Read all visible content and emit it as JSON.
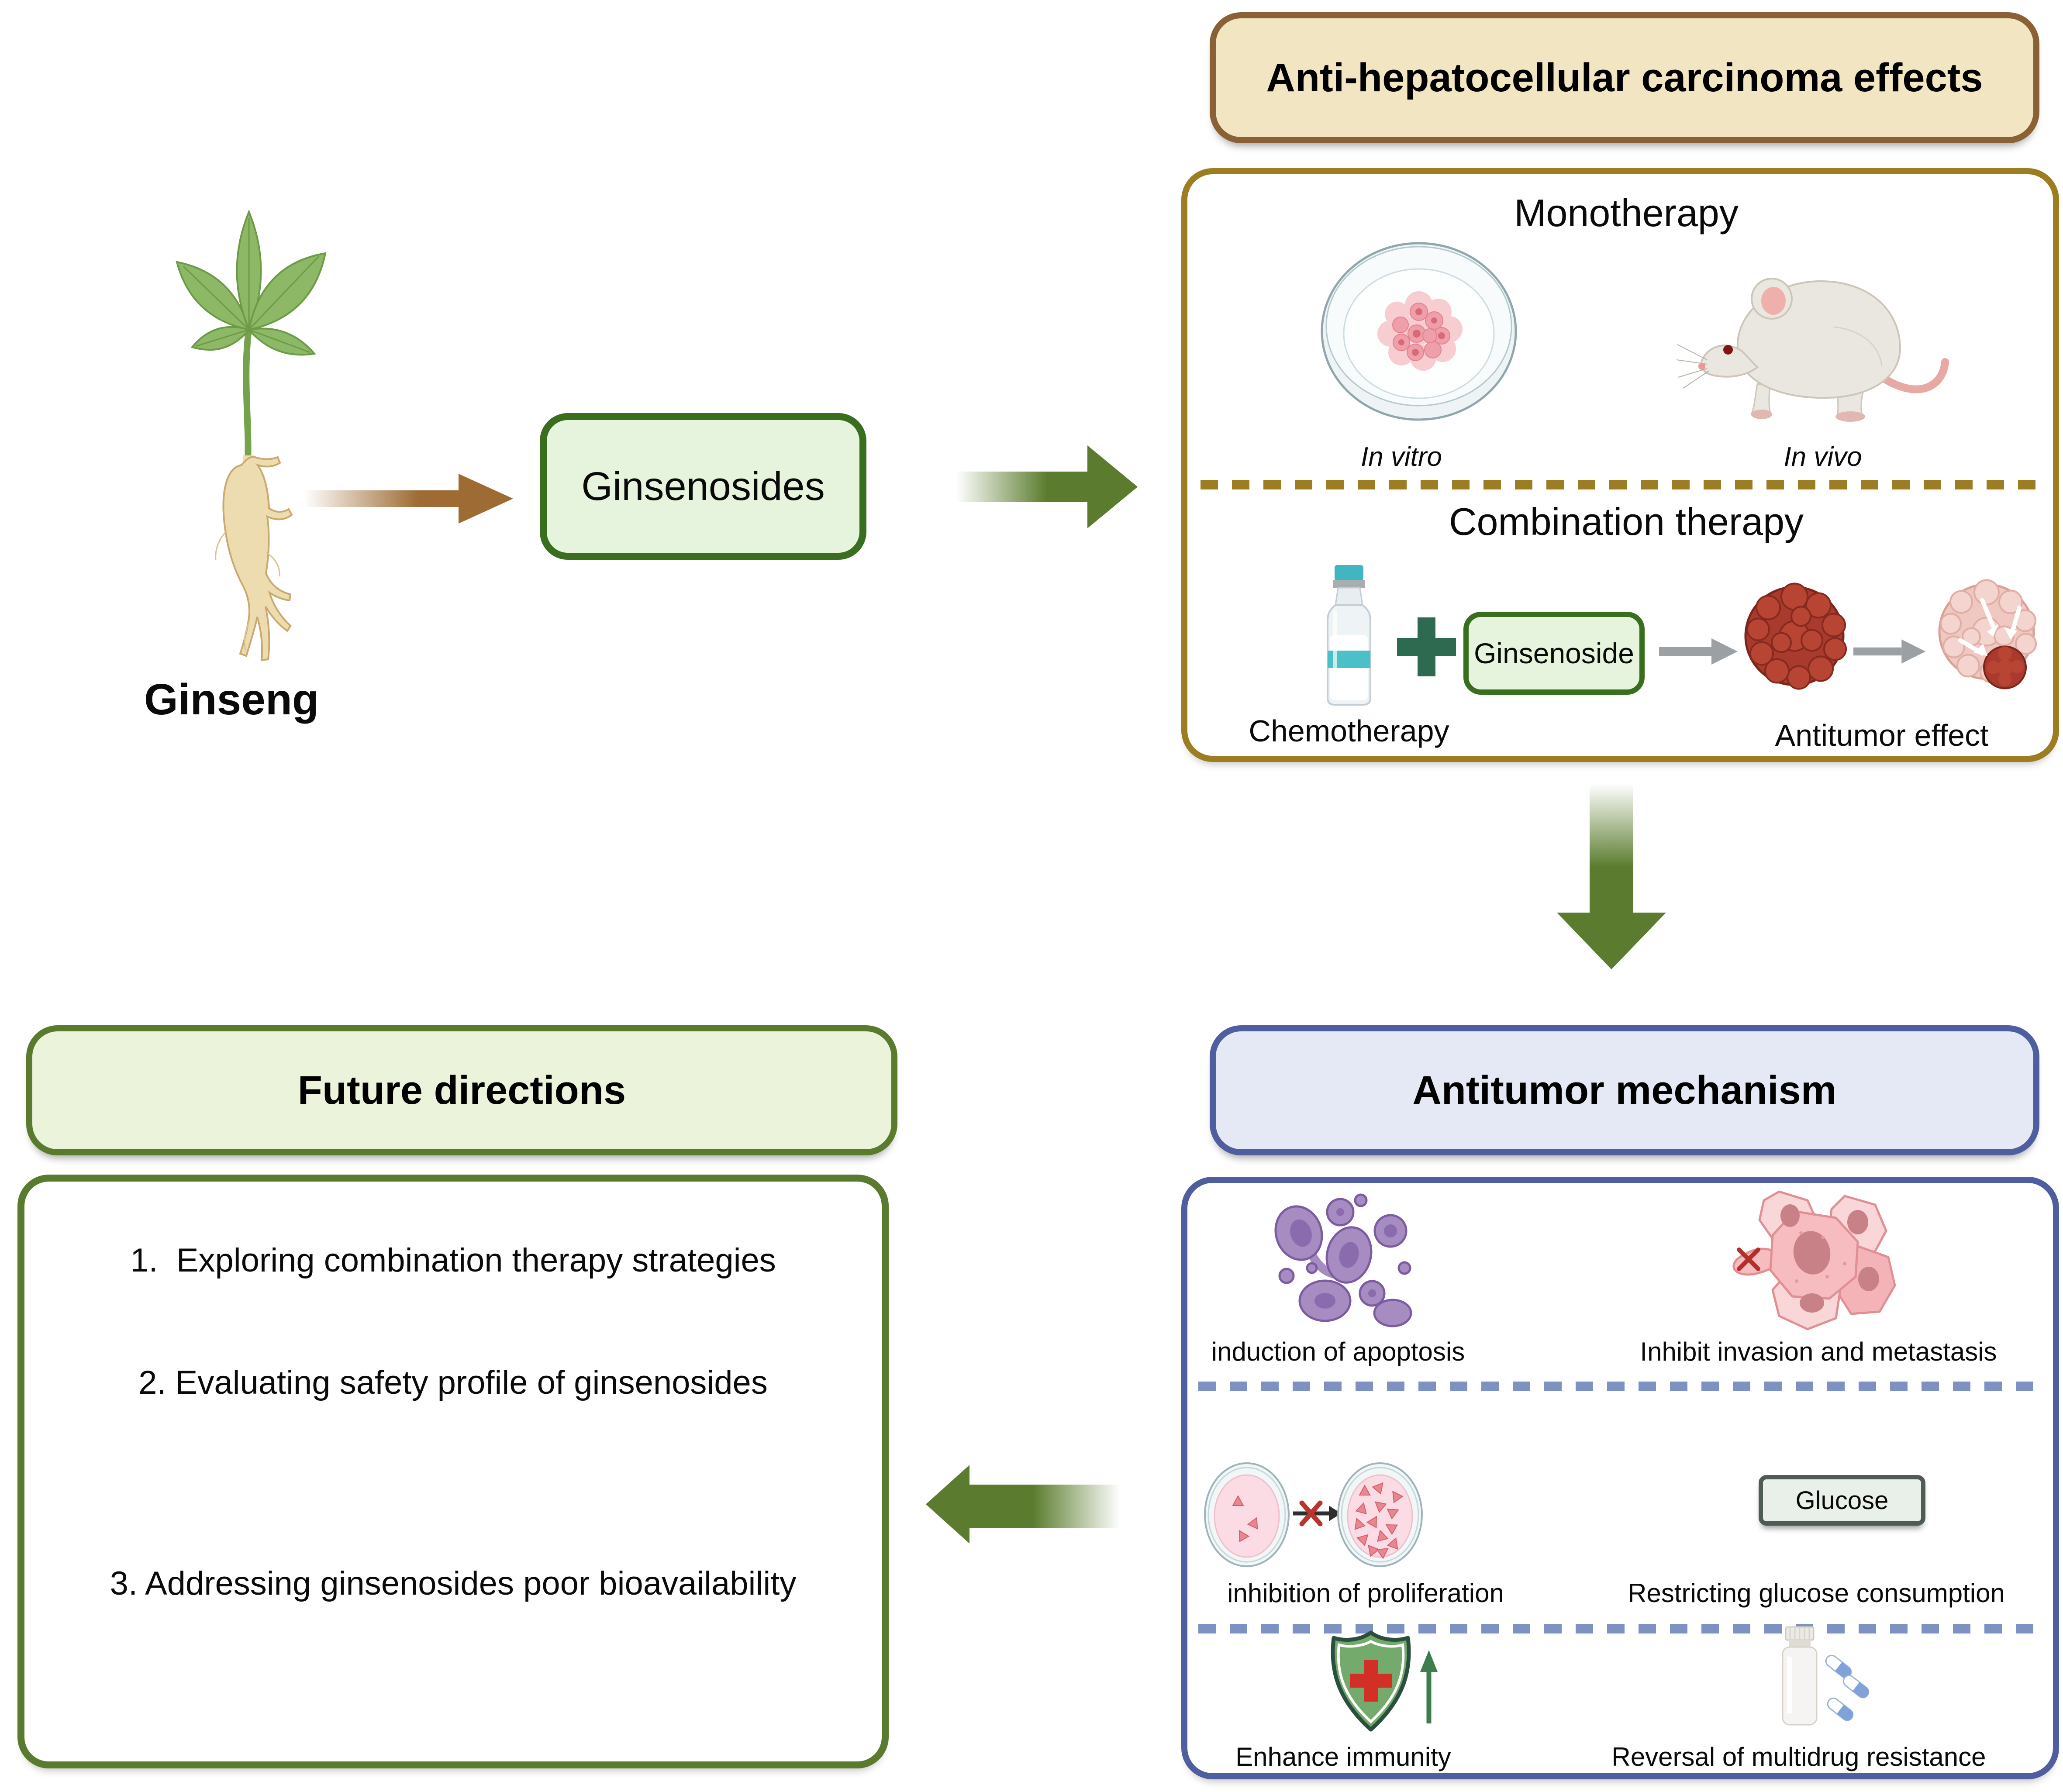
{
  "colors": {
    "carcinoma_header_bg": "#f2e5c1",
    "carcinoma_border": "#8a6134",
    "carcinoma_panel_border": "#9c7d22",
    "mechanism_header_bg": "#e5e9f6",
    "mechanism_border": "#4e5e9e",
    "future_header_bg": "#ebf3da",
    "future_border": "#5a7a2e",
    "green_box_bg": "#e7f4dd",
    "green_box_border": "#3a6e1f",
    "arrow_green": "#5b7c2e",
    "arrow_brown": "#9d6b33",
    "arrow_gray": "#9aa0a4",
    "glucose_box_bg": "#e9efe9",
    "glucose_box_border": "#4f5c56",
    "dashed_gold": "#9c7d22",
    "dashed_blue": "#7d92c2"
  },
  "ginseng": {
    "label": "Ginseng"
  },
  "ginsenosides": {
    "label": "Ginsenosides"
  },
  "carcinoma": {
    "header": "Anti-hepatocellular carcinoma effects",
    "monotherapy_title": "Monotherapy",
    "in_vitro": "In vitro",
    "in_vivo": "In vivo",
    "combination_title": "Combination therapy",
    "chemotherapy": "Chemotherapy",
    "ginsenoside_box": "Ginsenoside",
    "antitumor_effect": "Antitumor effect"
  },
  "mechanism": {
    "header": "Antitumor mechanism",
    "apoptosis": "induction of apoptosis",
    "invasion": "Inhibit invasion and metastasis",
    "proliferation": "inhibition of proliferation",
    "glucose_box": "Glucose",
    "glucose": "Restricting glucose consumption",
    "immunity": "Enhance immunity",
    "mdr": "Reversal of multidrug resistance"
  },
  "future": {
    "header": "Future directions",
    "item1": "1.  Exploring combination therapy strategies",
    "item2": "2. Evaluating safety profile of ginsenosides",
    "item3": "3. Addressing ginsenosides poor bioavailability"
  }
}
